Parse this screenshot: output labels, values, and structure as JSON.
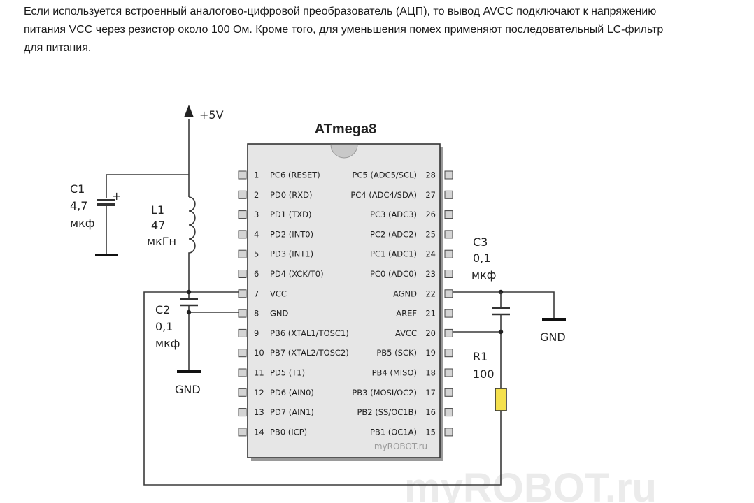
{
  "paragraph": {
    "lines": [
      "Если используется встроенный аналогово-цифровой преобразователь (АЦП), то вывод AVCC подключают к напряжению",
      "питания VCC через резистор около 100 Ом. Кроме того, для уменьшения помех применяют последовательный LC-фильтр",
      "для питания."
    ]
  },
  "schematic": {
    "chip_title": "ATmega8",
    "supply_label": "+5V",
    "left_pins": [
      {
        "num": "1",
        "name": "PC6 (RESET)"
      },
      {
        "num": "2",
        "name": "PD0 (RXD)"
      },
      {
        "num": "3",
        "name": "PD1 (TXD)"
      },
      {
        "num": "4",
        "name": "PD2 (INT0)"
      },
      {
        "num": "5",
        "name": "PD3 (INT1)"
      },
      {
        "num": "6",
        "name": "PD4 (XCK/T0)"
      },
      {
        "num": "7",
        "name": "VCC"
      },
      {
        "num": "8",
        "name": "GND"
      },
      {
        "num": "9",
        "name": "PB6 (XTAL1/TOSC1)"
      },
      {
        "num": "10",
        "name": "PB7 (XTAL2/TOSC2)"
      },
      {
        "num": "11",
        "name": "PD5 (T1)"
      },
      {
        "num": "12",
        "name": "PD6 (AIN0)"
      },
      {
        "num": "13",
        "name": "PD7 (AIN1)"
      },
      {
        "num": "14",
        "name": "PB0 (ICP)"
      }
    ],
    "right_pins": [
      {
        "num": "28",
        "name": "PC5 (ADC5/SCL)"
      },
      {
        "num": "27",
        "name": "PC4 (ADC4/SDA)"
      },
      {
        "num": "26",
        "name": "PC3 (ADC3)"
      },
      {
        "num": "25",
        "name": "PC2 (ADC2)"
      },
      {
        "num": "24",
        "name": "PC1 (ADC1)"
      },
      {
        "num": "23",
        "name": "PC0 (ADC0)"
      },
      {
        "num": "22",
        "name": "AGND"
      },
      {
        "num": "21",
        "name": "AREF"
      },
      {
        "num": "20",
        "name": "AVCC"
      },
      {
        "num": "19",
        "name": "PB5 (SCK)"
      },
      {
        "num": "18",
        "name": "PB4 (MISO)"
      },
      {
        "num": "17",
        "name": "PB3 (MOSI/OC2)"
      },
      {
        "num": "16",
        "name": "PB2 (SS/OC1B)"
      },
      {
        "num": "15",
        "name": "PB1 (OC1A)"
      }
    ],
    "c1": {
      "name": "C1",
      "value": "4,7",
      "unit": "мкф",
      "polarity": "+"
    },
    "l1": {
      "name": "L1",
      "value": "47",
      "unit": "мкГн"
    },
    "c2": {
      "name": "C2",
      "value": "0,1",
      "unit": "мкф"
    },
    "c3": {
      "name": "C3",
      "value": "0,1",
      "unit": "мкф"
    },
    "r1": {
      "name": "R1",
      "value": "100",
      "color": "#f4e04d"
    },
    "gnd_label": "GND",
    "chip_watermark": "myROBOT.ru"
  },
  "watermark": "myROBOT.ru"
}
